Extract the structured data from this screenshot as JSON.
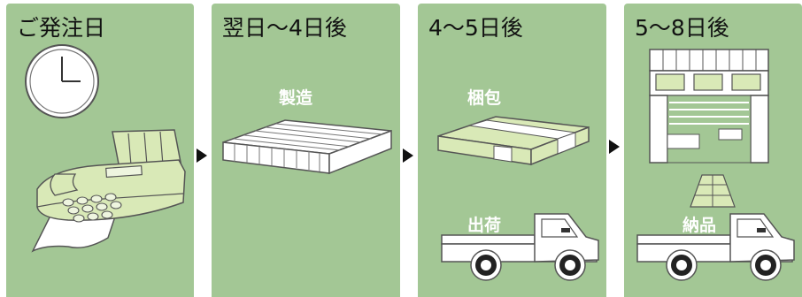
{
  "steps": [
    {
      "title": "ご発注日"
    },
    {
      "title": "翌日〜4日後",
      "label": "製造"
    },
    {
      "title": "4〜5日後",
      "label_packing": "梱包",
      "label_shipping": "出荷"
    },
    {
      "title": "5〜8日後",
      "label": "納品"
    }
  ],
  "colors": {
    "panel": "#a3c795",
    "light_green": "#d9e9b7",
    "outline": "#444444",
    "arrow": "#111111"
  },
  "icons": [
    "clock-icon",
    "fax-machine-icon",
    "lumber-stack-icon",
    "packed-bundle-icon",
    "truck-icon",
    "warehouse-icon",
    "truck-icon"
  ]
}
